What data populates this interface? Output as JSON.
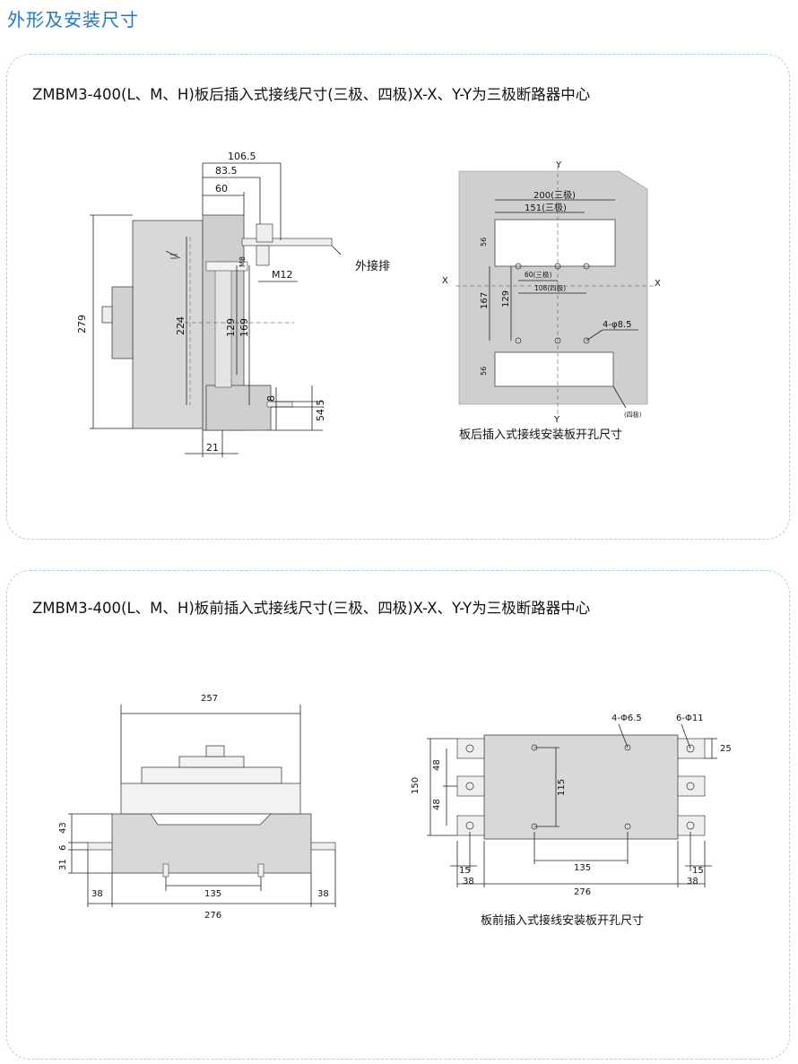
{
  "header": {
    "title": "外形及安装尺寸"
  },
  "section1": {
    "title": "ZMBM3-400(L、M、H)板后插入式接线尺寸(三极、四极)X-X、Y-Y为三极断路器中心",
    "side_view": {
      "dims": {
        "d106": "106.5",
        "d83": "83.5",
        "d60": "60",
        "d279": "279",
        "d224": "224",
        "d129": "129",
        "d169": "169",
        "d8": "8",
        "d54": "54.5",
        "d21": "21",
        "m8": "M8"
      },
      "labels": {
        "m12": "M12",
        "busbar": "外接排"
      }
    },
    "cutout": {
      "caption": "板后插入式接线安装板开孔尺寸",
      "axes": {
        "y_top": "Y",
        "y_bottom": "Y",
        "x_left": "X",
        "x_right": "X"
      },
      "dims": {
        "d200": "200(三极)",
        "d151": "151(三极)",
        "d56a": "56",
        "d56b": "56",
        "d60": "60(三极)",
        "d108": "108(四极)",
        "d167": "167",
        "d129": "129",
        "holes": "4-φ8.5",
        "four_pole": "(四极)"
      }
    }
  },
  "section2": {
    "title": "ZMBM3-400(L、M、H)板前插入式接线尺寸(三极、四极)X-X、Y-Y为三极断路器中心",
    "side_view": {
      "dims": {
        "d257": "257",
        "d43": "43",
        "d6": "6",
        "d31": "31",
        "d135": "135",
        "d38a": "38",
        "d38b": "38",
        "d276": "276"
      }
    },
    "plate": {
      "caption": "板前插入式接线安装板开孔尺寸",
      "dims": {
        "holes1": "4-Φ6.5",
        "holes2": "6-Φ11",
        "d25": "25",
        "d150": "150",
        "d48a": "48",
        "d48b": "48",
        "d115": "115",
        "d135": "135",
        "d15a": "15",
        "d15b": "15",
        "d38a": "38",
        "d38b": "38",
        "d276": "276"
      }
    }
  }
}
